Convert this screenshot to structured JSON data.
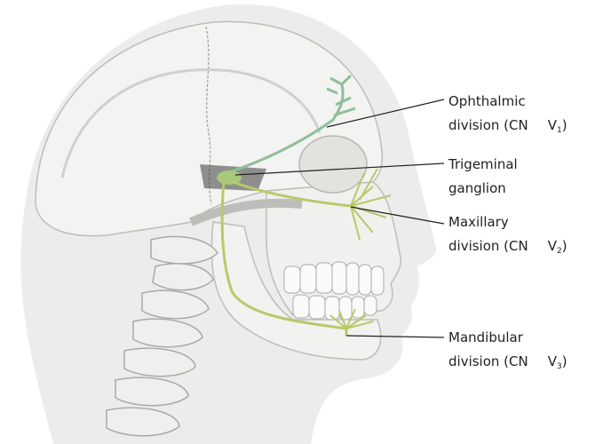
{
  "labels": [
    {
      "id": "ophthalmic",
      "line1": "Ophthalmic",
      "line2": "division (CN",
      "nerve": "V",
      "sub": "1"
    },
    {
      "id": "ganglion",
      "line1": "Trigeminal",
      "line2": "ganglion"
    },
    {
      "id": "maxillary",
      "line1": "Maxillary",
      "line2": "division (CN",
      "nerve": "V",
      "sub": "2"
    },
    {
      "id": "mandibular",
      "line1": "Mandibular",
      "line2": "division (CN",
      "nerve": "V",
      "sub": "3"
    }
  ],
  "colors": {
    "head": "#ececec",
    "bone": "#f3f3f1",
    "bone_shadow": "#c9c9c6",
    "nerve_v1": "#8fbf9a",
    "nerve_v2_v3": "#b8c96a",
    "leader": "#222222"
  }
}
